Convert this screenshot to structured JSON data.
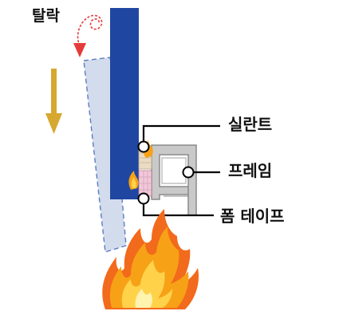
{
  "labels": {
    "fall": "탈락",
    "sealant": "실란트",
    "frame": "프레임",
    "foam_tape": "폼 테이프"
  },
  "colors": {
    "panel": "#1f46a0",
    "panel_ghost": "#d3dcec",
    "fall_arrow": "#d7a82f",
    "rotation_arrow": "#e53a3a",
    "frame": "#b5b5b5",
    "sealant": "#eadbc4",
    "foam_tape": "#f0c9d8",
    "leader": "#000000",
    "flame_outer": "#f7a117",
    "flame_inner": "#ffd24a",
    "flame_edge": "#f26a1b"
  },
  "icons": {
    "fall_arrow": "down-arrow-icon",
    "rotation": "spiral-arrow-icon",
    "fire": "fire-icon"
  }
}
